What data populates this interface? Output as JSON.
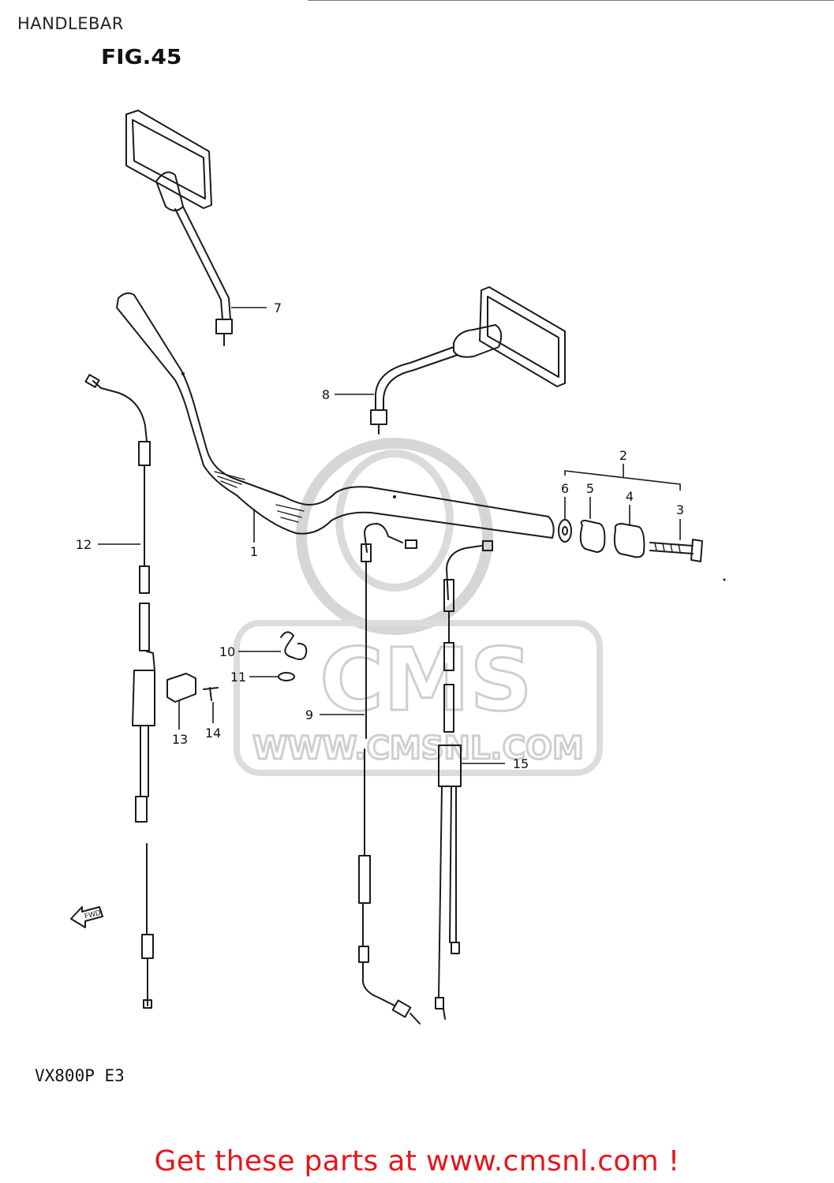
{
  "header": {
    "title": "HANDLEBAR",
    "figure": "FIG.45"
  },
  "watermark": {
    "brand": "CMS",
    "url": "WWW.CMSNL.COM"
  },
  "fwd_arrow_label": "FWD",
  "callouts": [
    "1",
    "2",
    "3",
    "4",
    "5",
    "6",
    "7",
    "8",
    "9",
    "10",
    "11",
    "12",
    "13",
    "14",
    "15"
  ],
  "model": "VX800P  E3",
  "footer": {
    "link_text": "Get these parts at www.cmsnl.com !"
  },
  "colors": {
    "footer_link": "#e8141b",
    "watermark": "#cfcfcf",
    "line": "#1a1a1a"
  }
}
